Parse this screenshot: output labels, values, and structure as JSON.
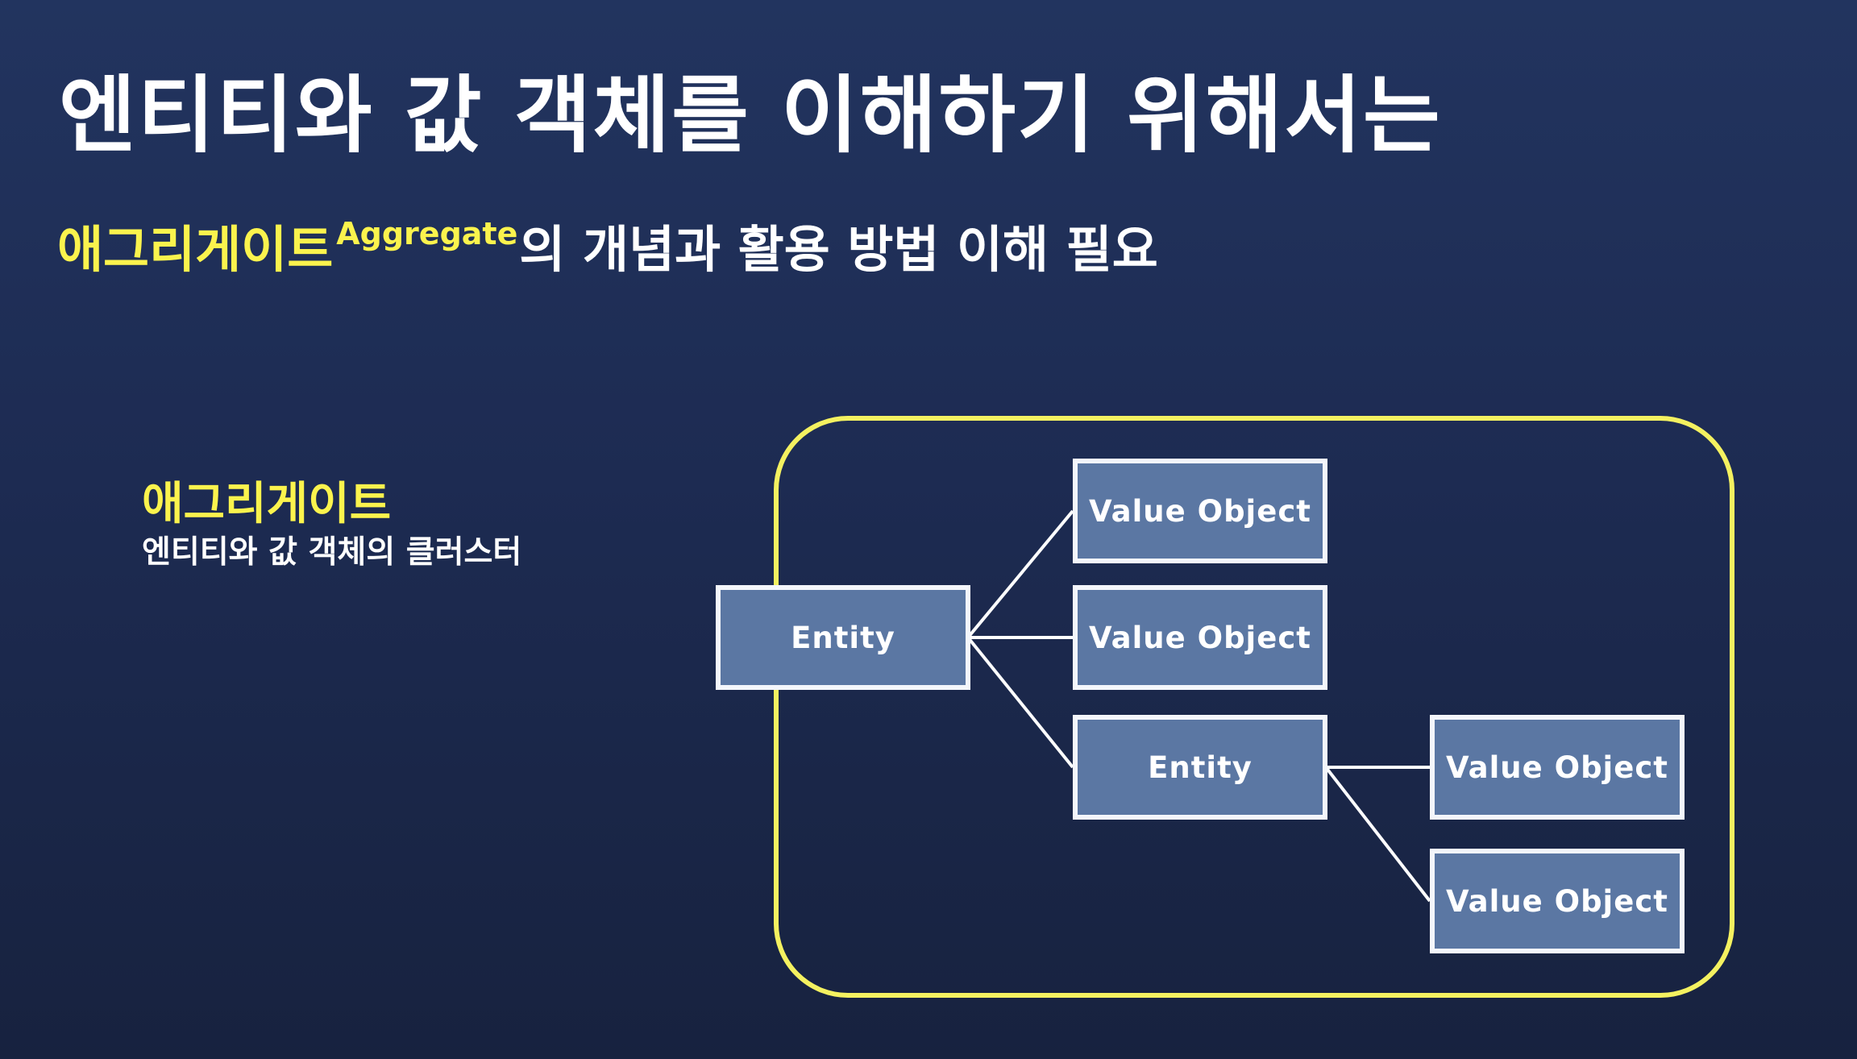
{
  "slide": {
    "title": "엔티티와 값 객체를 이해하기 위해서는",
    "subtitle": {
      "highlight": "애그리게이트",
      "superscript": "Aggregate",
      "rest": "의 개념과 활용 방법 이해 필요"
    },
    "side_label": {
      "heading": "애그리게이트",
      "description": "엔티티와 값 객체의 클러스터"
    }
  },
  "diagram": {
    "nodes": {
      "root_entity": "Entity",
      "vo_1": "Value Object",
      "vo_2": "Value Object",
      "child_entity": "Entity",
      "vo_3": "Value Object",
      "vo_4": "Value Object"
    },
    "edges": [
      [
        "root_entity",
        "vo_1"
      ],
      [
        "root_entity",
        "vo_2"
      ],
      [
        "root_entity",
        "child_entity"
      ],
      [
        "child_entity",
        "vo_3"
      ],
      [
        "child_entity",
        "vo_4"
      ]
    ]
  },
  "colors": {
    "highlight": "#fbf34d",
    "frame": "#f4f160",
    "node_fill": "#5b77a3",
    "node_border": "#f4f6fb",
    "background": "#1d2b52"
  }
}
